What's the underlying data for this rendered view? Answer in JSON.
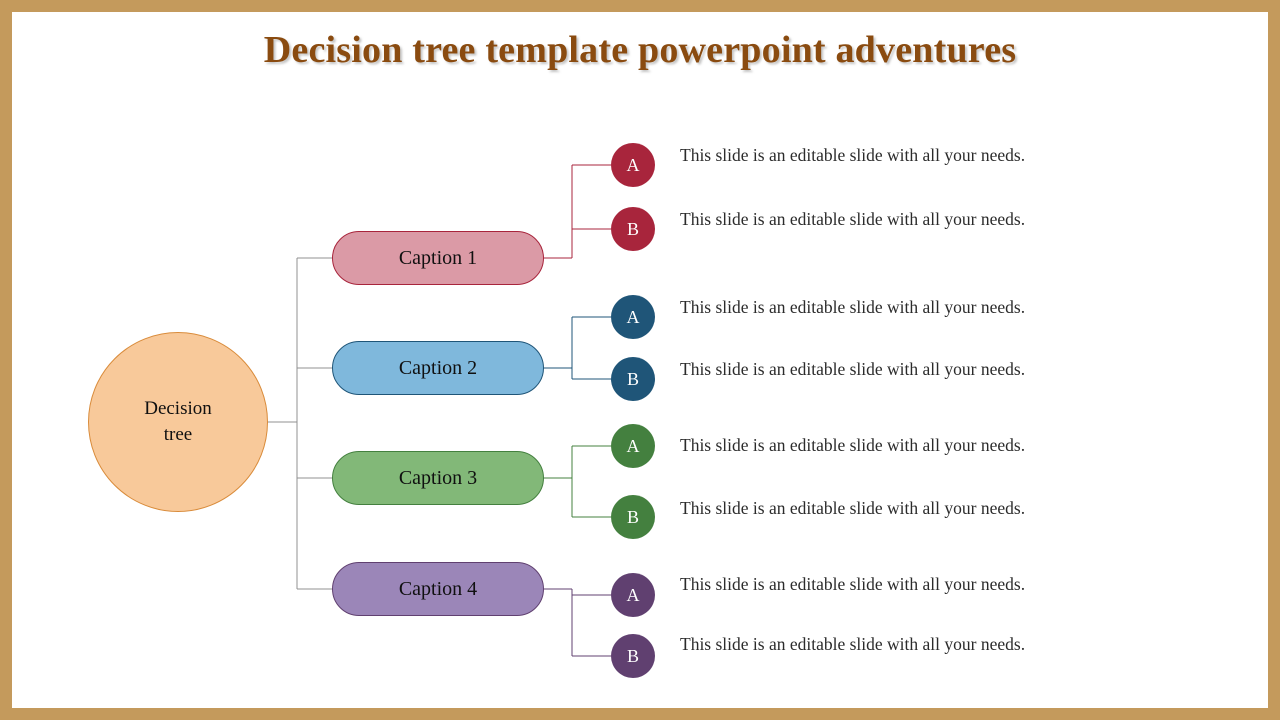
{
  "slide": {
    "border_color": "#c49a5c",
    "background": "#ffffff",
    "title": "Decision tree template powerpoint adventures",
    "title_color": "#8a4b10"
  },
  "root": {
    "label": "Decision\ntree",
    "fill": "#f8c99a",
    "stroke": "#d98b3a"
  },
  "trunk": {
    "line_color": "#909090"
  },
  "branches": [
    {
      "caption": "Caption 1",
      "fill": "#db9aa6",
      "stroke": "#a8253c",
      "badge_fill": "#a8253c",
      "line_color": "#a8253c",
      "leaves": [
        {
          "badge": "A",
          "text": "This slide is an editable slide with all your needs."
        },
        {
          "badge": "B",
          "text": "This slide is an editable slide with all your needs."
        }
      ]
    },
    {
      "caption": "Caption 2",
      "fill": "#7fb8dc",
      "stroke": "#1f5578",
      "badge_fill": "#1f5578",
      "line_color": "#1f5578",
      "leaves": [
        {
          "badge": "A",
          "text": "This slide is an editable slide with all your needs."
        },
        {
          "badge": "B",
          "text": "This slide is an editable slide with all your needs."
        }
      ]
    },
    {
      "caption": "Caption 3",
      "fill": "#82b878",
      "stroke": "#44803f",
      "badge_fill": "#44803f",
      "line_color": "#44803f",
      "leaves": [
        {
          "badge": "A",
          "text": "This slide is an editable slide with all your needs."
        },
        {
          "badge": "B",
          "text": "This slide is an editable slide with all your needs."
        }
      ]
    },
    {
      "caption": "Caption 4",
      "fill": "#9b86b8",
      "stroke": "#604070",
      "badge_fill": "#604070",
      "line_color": "#604070",
      "leaves": [
        {
          "badge": "A",
          "text": "This slide is an editable slide with all your needs."
        },
        {
          "badge": "B",
          "text": "This slide is an editable slide with all your needs."
        }
      ]
    }
  ]
}
